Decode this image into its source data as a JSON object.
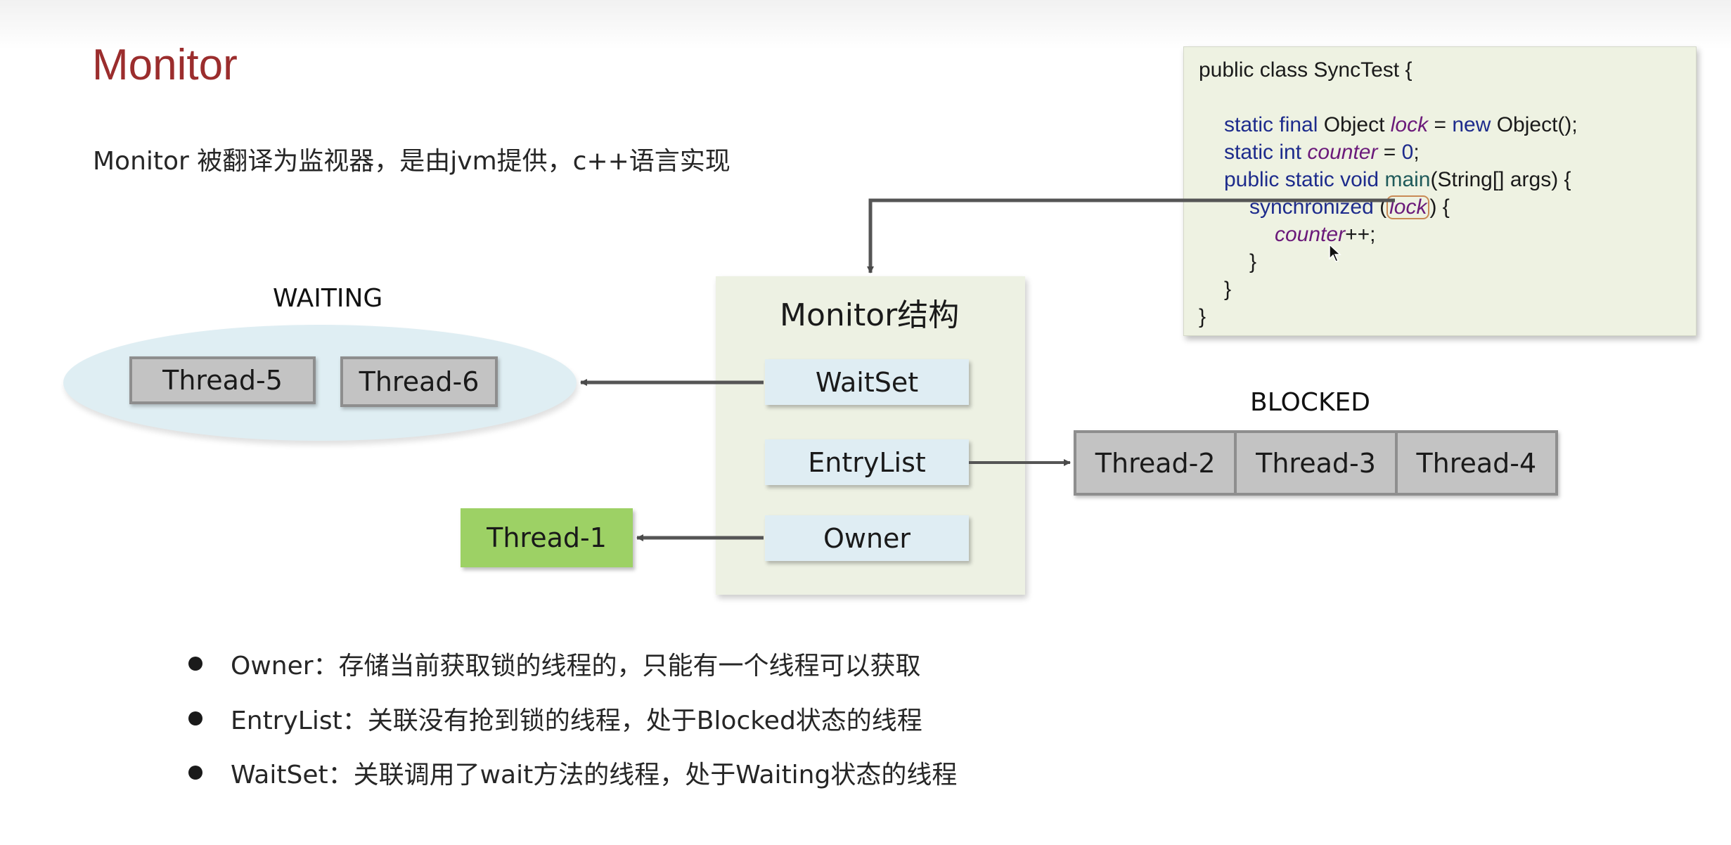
{
  "slide": {
    "title": "Monitor",
    "subtitle": "Monitor 被翻译为监视器，是由jvm提供，c++语言实现"
  },
  "code": {
    "line1": "public class SyncTest {",
    "decl_lock_prefix_kw": "static final",
    "decl_lock_type": " Object ",
    "decl_lock_name": "lock",
    "decl_lock_eq": " = ",
    "decl_lock_new": "new",
    "decl_lock_rest": " Object();",
    "decl_counter_kw": "static int",
    "decl_counter_name": "counter",
    "decl_counter_eq": " = ",
    "decl_counter_val": "0",
    "decl_counter_end": ";",
    "main_kw": "public static void",
    "main_name": "main",
    "main_rest": "(String[] args) {",
    "sync_kw": "synchronized",
    "sync_open": " (",
    "sync_lock": "lock",
    "sync_close": ") {",
    "incr_name": "counter",
    "incr_op": "++;",
    "close1": "}",
    "close2": "}",
    "close3": "}"
  },
  "waiting": {
    "label": "WAITING",
    "threads": [
      "Thread-5",
      "Thread-6"
    ]
  },
  "monitor": {
    "title": "Monitor结构",
    "waitset": "WaitSet",
    "entrylist": "EntryList",
    "owner": "Owner"
  },
  "blocked": {
    "label": "BLOCKED",
    "threads": [
      "Thread-2",
      "Thread-3",
      "Thread-4"
    ]
  },
  "owner_thread": "Thread-1",
  "bullets": [
    "Owner：存储当前获取锁的线程的，只能有一个线程可以获取",
    "EntryList：关联没有抢到锁的线程，处于Blocked状态的线程",
    "WaitSet：关联调用了wait方法的线程，处于Waiting状态的线程"
  ]
}
